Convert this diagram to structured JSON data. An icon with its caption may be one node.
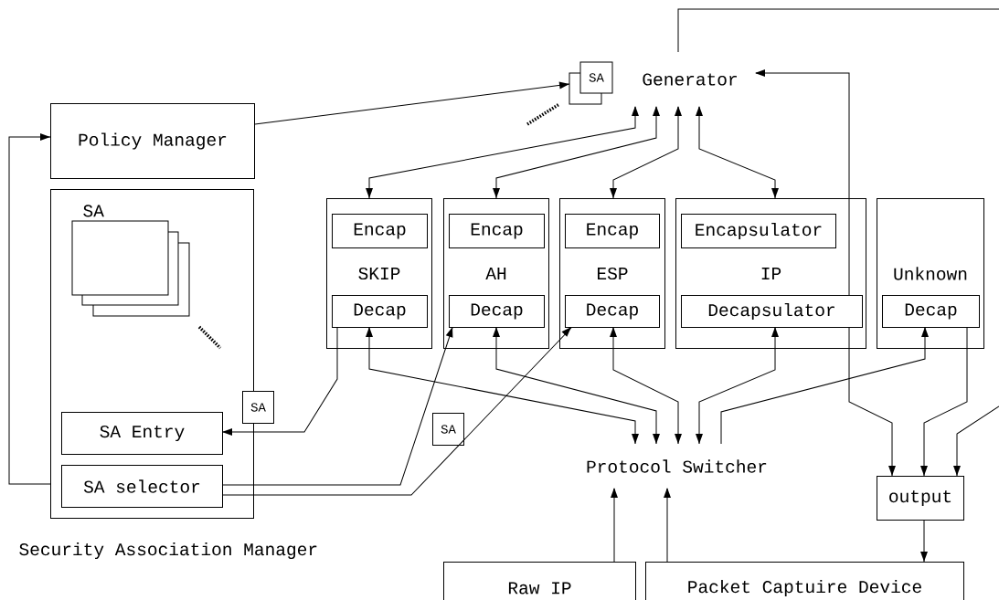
{
  "diagram": {
    "nodes": [
      {
        "text": [
          "Policy Manager"
        ]
      },
      {
        "text": [],
        "shape": "box",
        "beside": [
          "Security Association Manager"
        ]
      },
      {
        "text": [
          "SA"
        ],
        "in": 1
      },
      {
        "text": [
          "SA Entry"
        ],
        "in": 1
      },
      {
        "text": [
          "SA selector"
        ],
        "in": 1
      },
      {
        "text": [
          "Generator"
        ]
      },
      {
        "text": [
          "SA"
        ]
      },
      {
        "text": [
          "SKIP"
        ]
      },
      {
        "text": [
          "Encap"
        ],
        "in": 7
      },
      {
        "text": [
          "Decap"
        ],
        "in": 7
      },
      {
        "text": [
          "AH"
        ]
      },
      {
        "text": [
          "Encap"
        ],
        "in": 10
      },
      {
        "text": [
          "Decap"
        ],
        "in": 10
      },
      {
        "text": [
          "ESP"
        ]
      },
      {
        "text": [
          "Encap"
        ],
        "in": 13
      },
      {
        "text": [
          "Decap"
        ],
        "in": 13
      },
      {
        "text": [
          "IP"
        ]
      },
      {
        "text": [
          "Encapsulator"
        ],
        "in": 16
      },
      {
        "text": [
          "Decapsulator"
        ],
        "in": 16
      },
      {
        "text": [
          "Unknown"
        ]
      },
      {
        "text": [
          "Decap"
        ],
        "in": 19
      },
      {
        "text": [
          "Protocol Switcher"
        ]
      },
      {
        "text": [
          "output"
        ]
      },
      {
        "text": [
          "Raw IP"
        ]
      },
      {
        "text": [
          "Packet Captuire Device"
        ]
      },
      {
        "text": [
          "SA"
        ]
      },
      {
        "text": [
          "SA"
        ]
      }
    ],
    "edges": [
      {
        "from": 0,
        "to": 6,
        "arrow": "to"
      },
      {
        "from": 1,
        "to": 0,
        "arrow": "to"
      },
      {
        "from": 5,
        "to": 7,
        "arrow": "both"
      },
      {
        "from": 5,
        "to": 10,
        "arrow": "both"
      },
      {
        "from": 5,
        "to": 13,
        "arrow": "both"
      },
      {
        "from": 5,
        "to": 16,
        "arrow": "both"
      },
      {
        "from": 5,
        "to": null,
        "arrow": "none"
      },
      {
        "from": null,
        "to": 22,
        "arrow": "to"
      },
      {
        "from": 18,
        "to": 5,
        "arrow": "to"
      },
      {
        "from": 18,
        "to": 22,
        "arrow": "to"
      },
      {
        "from": 20,
        "to": 22,
        "arrow": "to"
      },
      {
        "from": 22,
        "to": 24,
        "arrow": "to"
      },
      {
        "from": 23,
        "to": 21,
        "arrow": "to"
      },
      {
        "from": 24,
        "to": 21,
        "arrow": "to"
      },
      {
        "from": 21,
        "to": 9,
        "arrow": "both"
      },
      {
        "from": 21,
        "to": 12,
        "arrow": "both"
      },
      {
        "from": 21,
        "to": 15,
        "arrow": "both"
      },
      {
        "from": 21,
        "to": 18,
        "arrow": "both"
      },
      {
        "from": 21,
        "to": 20,
        "arrow": "to"
      },
      {
        "from": 9,
        "to": 3,
        "arrow": "to"
      },
      {
        "from": 4,
        "to": 12,
        "arrow": "to"
      },
      {
        "from": 4,
        "to": 15,
        "arrow": "to"
      }
    ]
  }
}
